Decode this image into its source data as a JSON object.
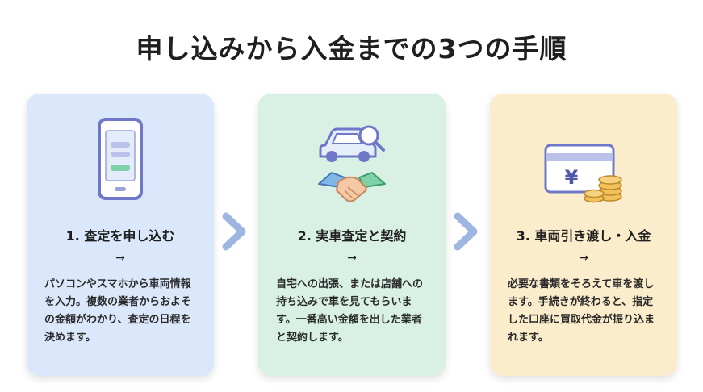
{
  "title": "申し込みから入金までの3つの手順",
  "steps": [
    {
      "title": "1. 査定を申し込む",
      "arrow": "→",
      "description": "パソコンやスマホから車両情報を入力。複数の業者からおよその金額がわかり、査定の日程を決めます。",
      "icon": "smartphone-icon",
      "color": "#dbe8fb"
    },
    {
      "title": "2. 実車査定と契約",
      "arrow": "→",
      "description": "自宅への出張、または店舗への持ち込みで車を見てもらいます。一番高い金額を出した業者と契約します。",
      "icon": "car-inspection-handshake-icon",
      "color": "#d8f1e4"
    },
    {
      "title": "3. 車両引き渡し・入金",
      "arrow": "→",
      "description": "必要な書類をそろえて車を渡します。手続きが終わると、指定した口座に買取代金が振り込まれます。",
      "icon": "yen-card-coins-icon",
      "color": "#fbeccb"
    }
  ],
  "chevron_color": "#9fb6e3"
}
